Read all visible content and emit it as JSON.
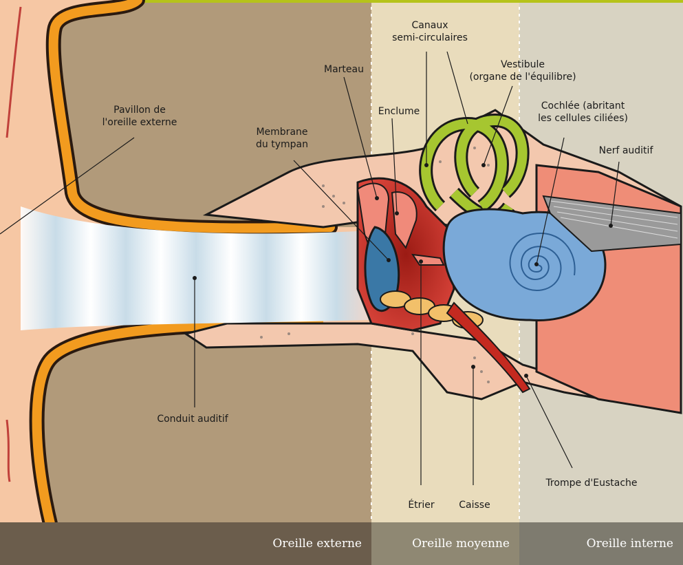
{
  "labels": {
    "pavillon": "Pavillon de\nl'oreille externe",
    "conduit": "Conduit auditif",
    "membrane": "Membrane\ndu tympan",
    "marteau": "Marteau",
    "enclume": "Enclume",
    "canaux": "Canaux\nsemi-circulaires",
    "vestibule": "Vestibule\n(organe de l'équilibre)",
    "cochlee": "Cochlée (abritant\nles cellules ciliées)",
    "nerf": "Nerf auditif",
    "etrier": "Étrier",
    "caisse": "Caisse",
    "trompe": "Trompe d'Eustache"
  },
  "zones": {
    "externe": "Oreille externe",
    "moyenne": "Oreille moyenne",
    "interne": "Oreille interne"
  },
  "colors": {
    "outer_bg": "#b19a7a",
    "middle_bg": "#e9dcbc",
    "inner_bg": "#d8d3c2",
    "skin": "#f6c7a4",
    "cartilage": "#f29b1f",
    "bone": "#f3c8ae",
    "cochlea": "#7aa9d8",
    "canals": "#a6c630",
    "tympan": "#3a78a6",
    "ossicles": "#e2574a",
    "nerve": "#888888"
  }
}
